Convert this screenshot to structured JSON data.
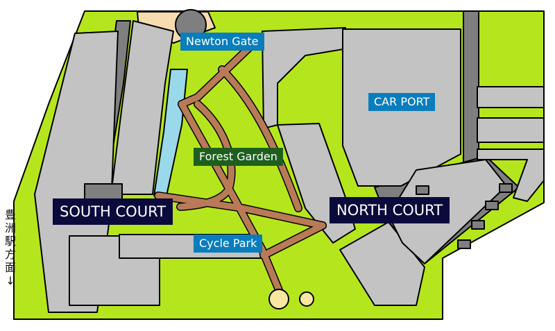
{
  "labels": {
    "newton_gate": "Newton Gate",
    "car_port": "CAR PORT",
    "forest_garden": "Forest Garden",
    "south_court": "SOUTH COURT",
    "north_court": "NORTH COURT",
    "cycle_park": "Cycle Park"
  },
  "side_note": {
    "chars": [
      "豊",
      "洲",
      "駅",
      "方",
      "面",
      "↓"
    ]
  },
  "colors": {
    "ground": "#b5e61d",
    "building": "#c3c3c3",
    "building_dark": "#7f7f7f",
    "path": "#b97a57",
    "water": "#99d9ea",
    "plaza": "#f7dcb0",
    "label_blue": "#0a7dbd",
    "label_green": "#1e5f1e",
    "label_navy": "#0a0a3c"
  }
}
